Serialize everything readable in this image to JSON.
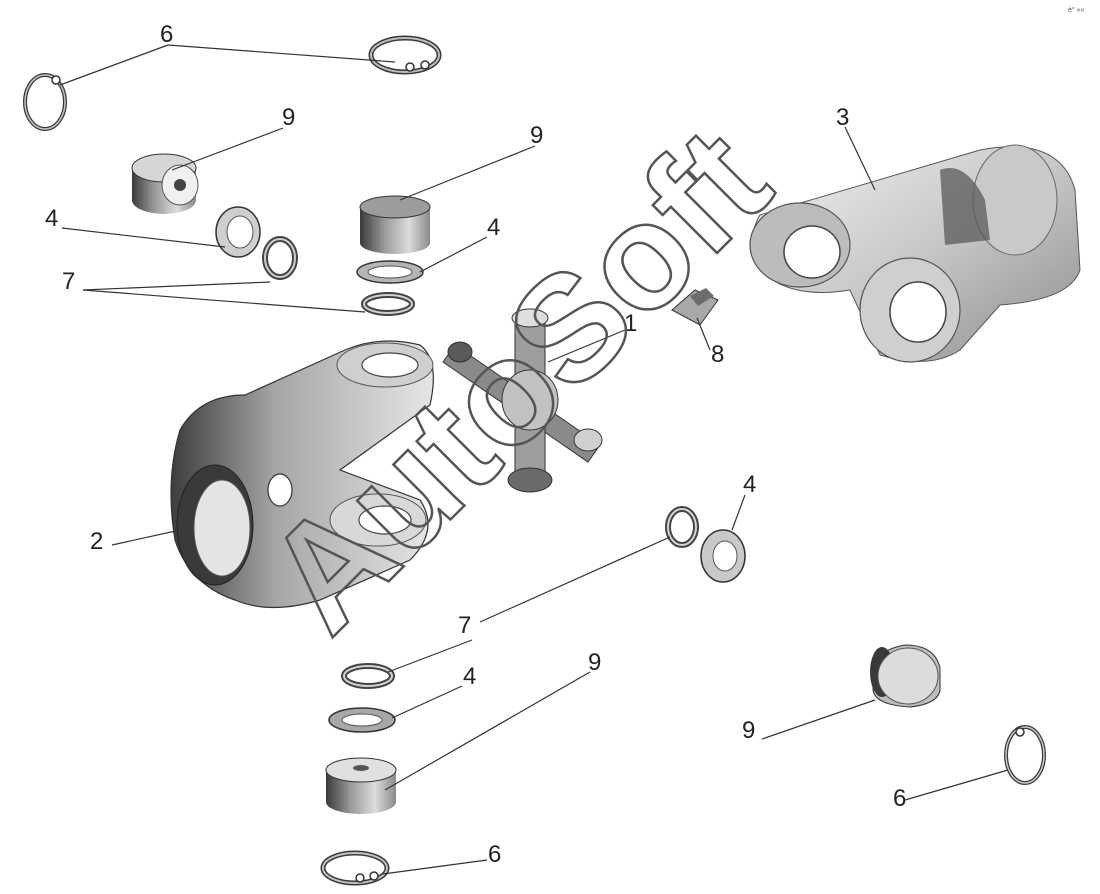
{
  "diagram": {
    "watermark": "AutoSoft",
    "corner_mark": "é° ««",
    "callouts": {
      "c1": "1",
      "c2": "2",
      "c3": "3",
      "c4a": "4",
      "c4b": "4",
      "c4c": "4",
      "c4d": "4",
      "c6a": "6",
      "c6b": "6",
      "c6c": "6",
      "c7a": "7",
      "c7b": "7",
      "c8": "8",
      "c9a": "9",
      "c9b": "9",
      "c9c": "9",
      "c9d": "9"
    },
    "colors": {
      "metal_light": "#e8e8e8",
      "metal_mid": "#b9b9b9",
      "metal_dark": "#4a4a4a",
      "line": "#333333"
    }
  }
}
